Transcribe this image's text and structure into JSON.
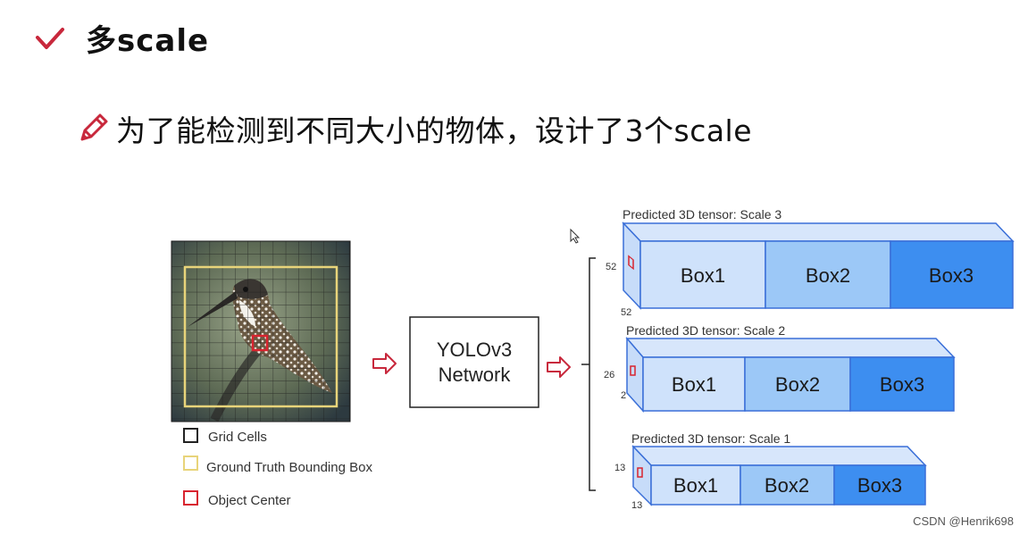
{
  "slide": {
    "title": "多scale",
    "bullet": "为了能检测到不同大小的物体，设计了3个scale",
    "check_icon": "check-icon",
    "bullet_icon": "pencil-icon",
    "accent_color": "#c8283c"
  },
  "figure": {
    "legend": {
      "grid_cells": "Grid Cells",
      "ground_truth": "Ground Truth Bounding Box",
      "object_center": "Object Center"
    },
    "network": {
      "line1": "YOLOv3",
      "line2": "Network"
    },
    "scales": [
      {
        "caption": "Predicted 3D tensor: Scale 3",
        "dim_left": "52",
        "dim_bottom": "52",
        "boxes": [
          "Box1",
          "Box2",
          "Box3"
        ]
      },
      {
        "caption": "Predicted 3D tensor: Scale 2",
        "dim_left": "26",
        "dim_bottom": "2",
        "boxes": [
          "Box1",
          "Box2",
          "Box3"
        ]
      },
      {
        "caption": "Predicted 3D tensor: Scale 1",
        "dim_left": "13",
        "dim_bottom": "13",
        "boxes": [
          "Box1",
          "Box2",
          "Box3"
        ]
      }
    ],
    "colors": {
      "box1": "#cfe2fb",
      "box2": "#9cc8f7",
      "box3": "#3d8ef0",
      "edge": "#3a6fd8",
      "arrow": "#c8283c",
      "grid_box": "#e8d47a"
    }
  },
  "watermark": "CSDN @Henrik698"
}
